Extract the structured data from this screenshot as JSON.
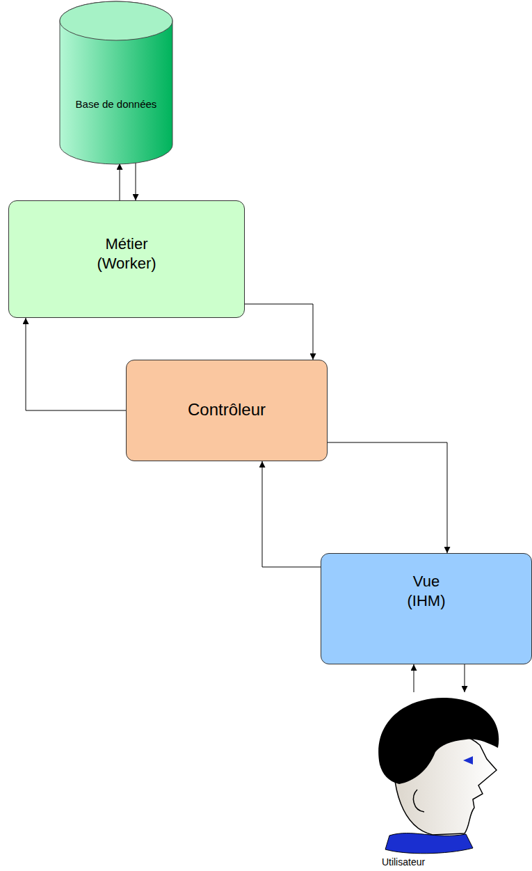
{
  "diagram": {
    "nodes": [
      {
        "text": [
          "Base de données"
        ]
      },
      {
        "text": [
          "Métier (Worker)"
        ]
      },
      {
        "text": [
          "Contrôleur"
        ]
      },
      {
        "text": [
          "Vue (IHM)"
        ]
      },
      {
        "text": [
          "Utilisateur"
        ]
      }
    ],
    "edges": [
      {
        "from": 1,
        "to": 0,
        "arrow": "to"
      },
      {
        "from": 0,
        "to": 1,
        "arrow": "to"
      },
      {
        "from": 1,
        "to": 2,
        "arrow": "to"
      },
      {
        "from": 2,
        "to": 1,
        "arrow": "to"
      },
      {
        "from": 2,
        "to": 3,
        "arrow": "to"
      },
      {
        "from": 3,
        "to": 2,
        "arrow": "to"
      },
      {
        "from": 4,
        "to": 3,
        "arrow": "to"
      },
      {
        "from": 3,
        "to": 4,
        "arrow": "to"
      }
    ]
  }
}
